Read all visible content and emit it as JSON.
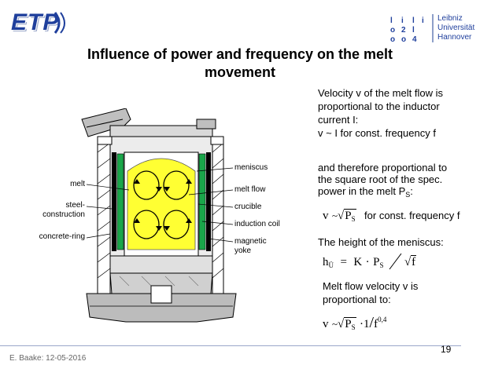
{
  "logo": {
    "etp": "ETP",
    "luh_grid": [
      "l",
      "i",
      "l",
      "i",
      "o",
      "2",
      "l",
      "o",
      "o",
      "4"
    ],
    "luh_name": [
      "Leibniz",
      "Universität",
      "Hannover"
    ]
  },
  "title_lines": [
    "Influence of power and frequency on the melt",
    "movement"
  ],
  "diagram": {
    "labels_left": [
      "melt",
      "steel-",
      "construction",
      "concrete-ring"
    ],
    "labels_right": [
      "meniscus",
      "melt flow",
      "crucible",
      "induction coil",
      "magnetic",
      "yoke"
    ]
  },
  "text": {
    "p1": [
      "Velocity v of the melt flow is",
      "proportional to the inductor",
      "current I:",
      "v ~ I for const. frequency f"
    ],
    "p2": [
      "and  therefore proportional to",
      "the square root of the spec.",
      "power in the melt P",
      "S",
      ":"
    ],
    "eq1": {
      "v": "v",
      "tilde": "~",
      "P": "P",
      "S": "S",
      "note": "for const. frequency f"
    },
    "p3": "The height of the meniscus:",
    "eq2": {
      "h": "h",
      "sub": "Ü",
      "eq": "=",
      "K": "K",
      "dot": "·",
      "P": "P",
      "S": "S",
      "f": "f"
    },
    "p4": [
      "Melt flow velocity v is",
      "proportional to:"
    ],
    "eq3": {
      "v": "v",
      "tilde": "~",
      "P": "P",
      "S": "S",
      "dot": "·",
      "one": "1",
      "slash": "/",
      "f": "f",
      "exp": "0,4"
    }
  },
  "footer": {
    "author": "E. Baake: 12-05-2016",
    "page": "19"
  },
  "colors": {
    "brand_blue": "#1f3f9c",
    "melt_yellow": "#ffff33",
    "coil_green": "#1aa64a"
  }
}
